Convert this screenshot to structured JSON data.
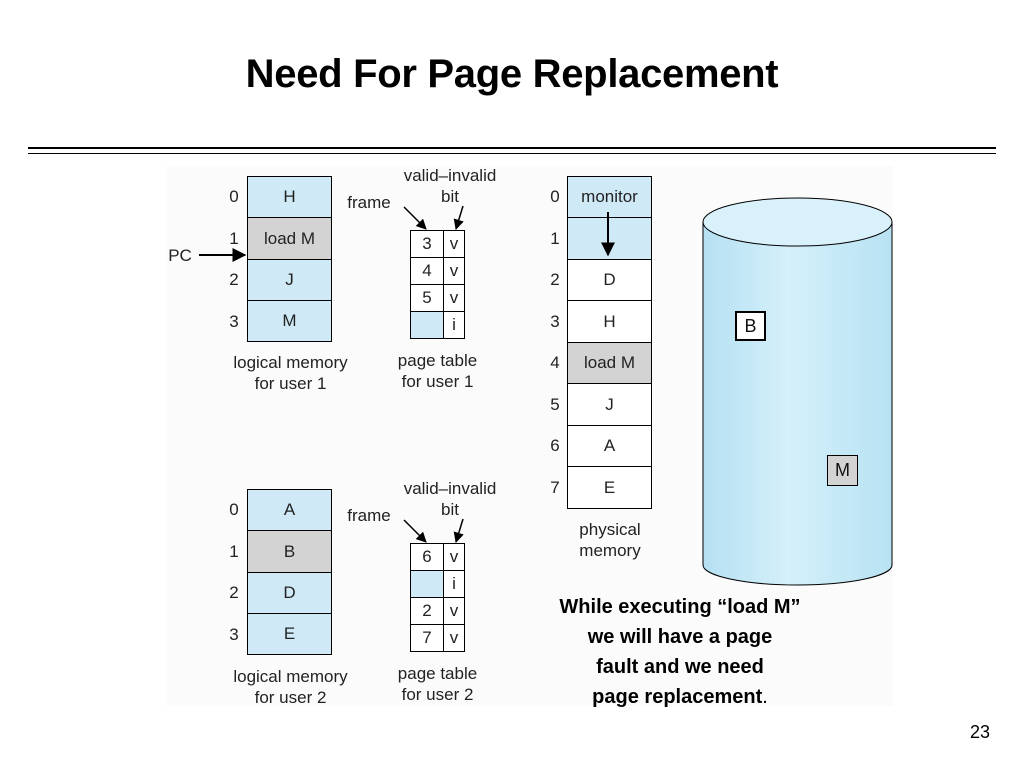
{
  "title": "Need For Page Replacement",
  "labels": {
    "frame": "frame",
    "valid_invalid": "valid–invalid",
    "bit": "bit",
    "pc": "PC",
    "logical_memory": "logical memory",
    "for_user_1": "for user 1",
    "for_user_2": "for user 2",
    "page_table": "page table",
    "physical": "physical",
    "memory": "memory"
  },
  "user1": {
    "logical_memory": [
      {
        "index": "0",
        "content": "H",
        "shade": "blue"
      },
      {
        "index": "1",
        "content": "load M",
        "shade": "gray"
      },
      {
        "index": "2",
        "content": "J",
        "shade": "blue"
      },
      {
        "index": "3",
        "content": "M",
        "shade": "blue"
      }
    ],
    "page_table": [
      {
        "frame": "3",
        "bit": "v"
      },
      {
        "frame": "4",
        "bit": "v"
      },
      {
        "frame": "5",
        "bit": "v"
      },
      {
        "frame": "",
        "bit": "i"
      }
    ]
  },
  "user2": {
    "logical_memory": [
      {
        "index": "0",
        "content": "A",
        "shade": "blue"
      },
      {
        "index": "1",
        "content": "B",
        "shade": "gray"
      },
      {
        "index": "2",
        "content": "D",
        "shade": "blue"
      },
      {
        "index": "3",
        "content": "E",
        "shade": "blue"
      }
    ],
    "page_table": [
      {
        "frame": "6",
        "bit": "v"
      },
      {
        "frame": "",
        "bit": "i"
      },
      {
        "frame": "2",
        "bit": "v"
      },
      {
        "frame": "7",
        "bit": "v"
      }
    ]
  },
  "physical_memory": [
    {
      "index": "0",
      "content": "monitor",
      "shade": "blue"
    },
    {
      "index": "1",
      "content": "",
      "shade": "blue"
    },
    {
      "index": "2",
      "content": "D",
      "shade": "white"
    },
    {
      "index": "3",
      "content": "H",
      "shade": "white"
    },
    {
      "index": "4",
      "content": "load M",
      "shade": "gray"
    },
    {
      "index": "5",
      "content": "J",
      "shade": "white"
    },
    {
      "index": "6",
      "content": "A",
      "shade": "white"
    },
    {
      "index": "7",
      "content": "E",
      "shade": "white"
    }
  ],
  "disk": {
    "labels": [
      "B",
      "M"
    ]
  },
  "caption": {
    "lines": [
      "While executing “load M”",
      "we will have a page",
      "fault and we need",
      "page replacement"
    ],
    "end": "."
  },
  "page_number": "23",
  "colors": {
    "cell_blue": "#cfeaf6",
    "cell_gray": "#d3d3d3",
    "disk_fill": "#c6e9f6"
  }
}
